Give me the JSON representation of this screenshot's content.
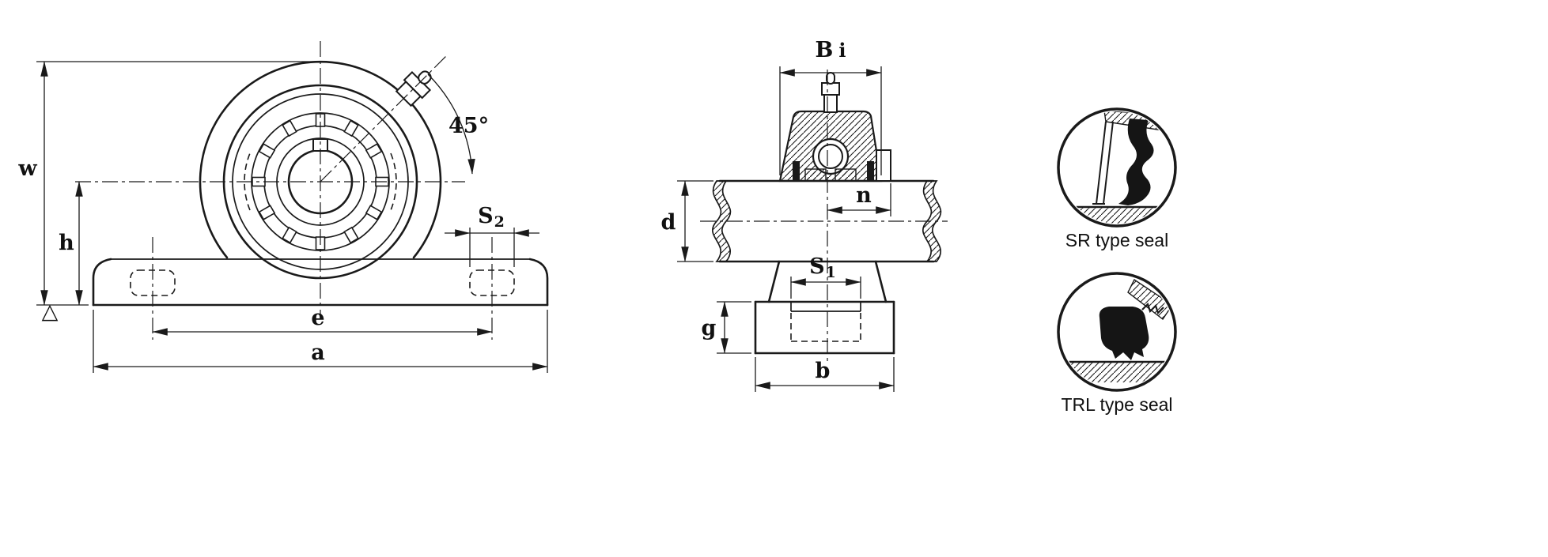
{
  "drawing": {
    "front_view": {
      "w": "w",
      "h": "h",
      "e": "e",
      "a": "a",
      "s2_main": "S",
      "s2_sub": "2",
      "angle_45": "45°",
      "datum": "△"
    },
    "side_view": {
      "bi_main": "B",
      "bi_sub": "i",
      "n": "n",
      "d": "d",
      "s1_main": "S",
      "s1_sub": "1",
      "g": "g",
      "b": "b"
    },
    "seal_details": {
      "sr_label": "SR type seal",
      "trl_label": "TRL type seal"
    },
    "colors": {
      "line": "#1a1a1a",
      "background": "#ffffff"
    }
  }
}
